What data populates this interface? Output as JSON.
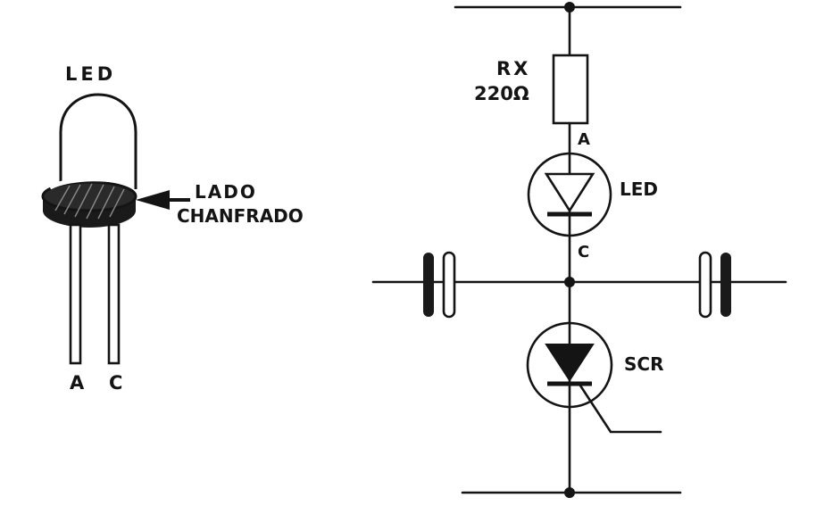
{
  "led_drawing": {
    "title": "LED",
    "side_label_line1": "LADO",
    "side_label_line2": "CHANFRADO",
    "pin_anode": "A",
    "pin_cathode": "C"
  },
  "circuit": {
    "resistor_name": "RX",
    "resistor_value": "220Ω",
    "led_anode": "A",
    "led_label": "LED",
    "led_cathode": "C",
    "scr_label": "SCR"
  }
}
